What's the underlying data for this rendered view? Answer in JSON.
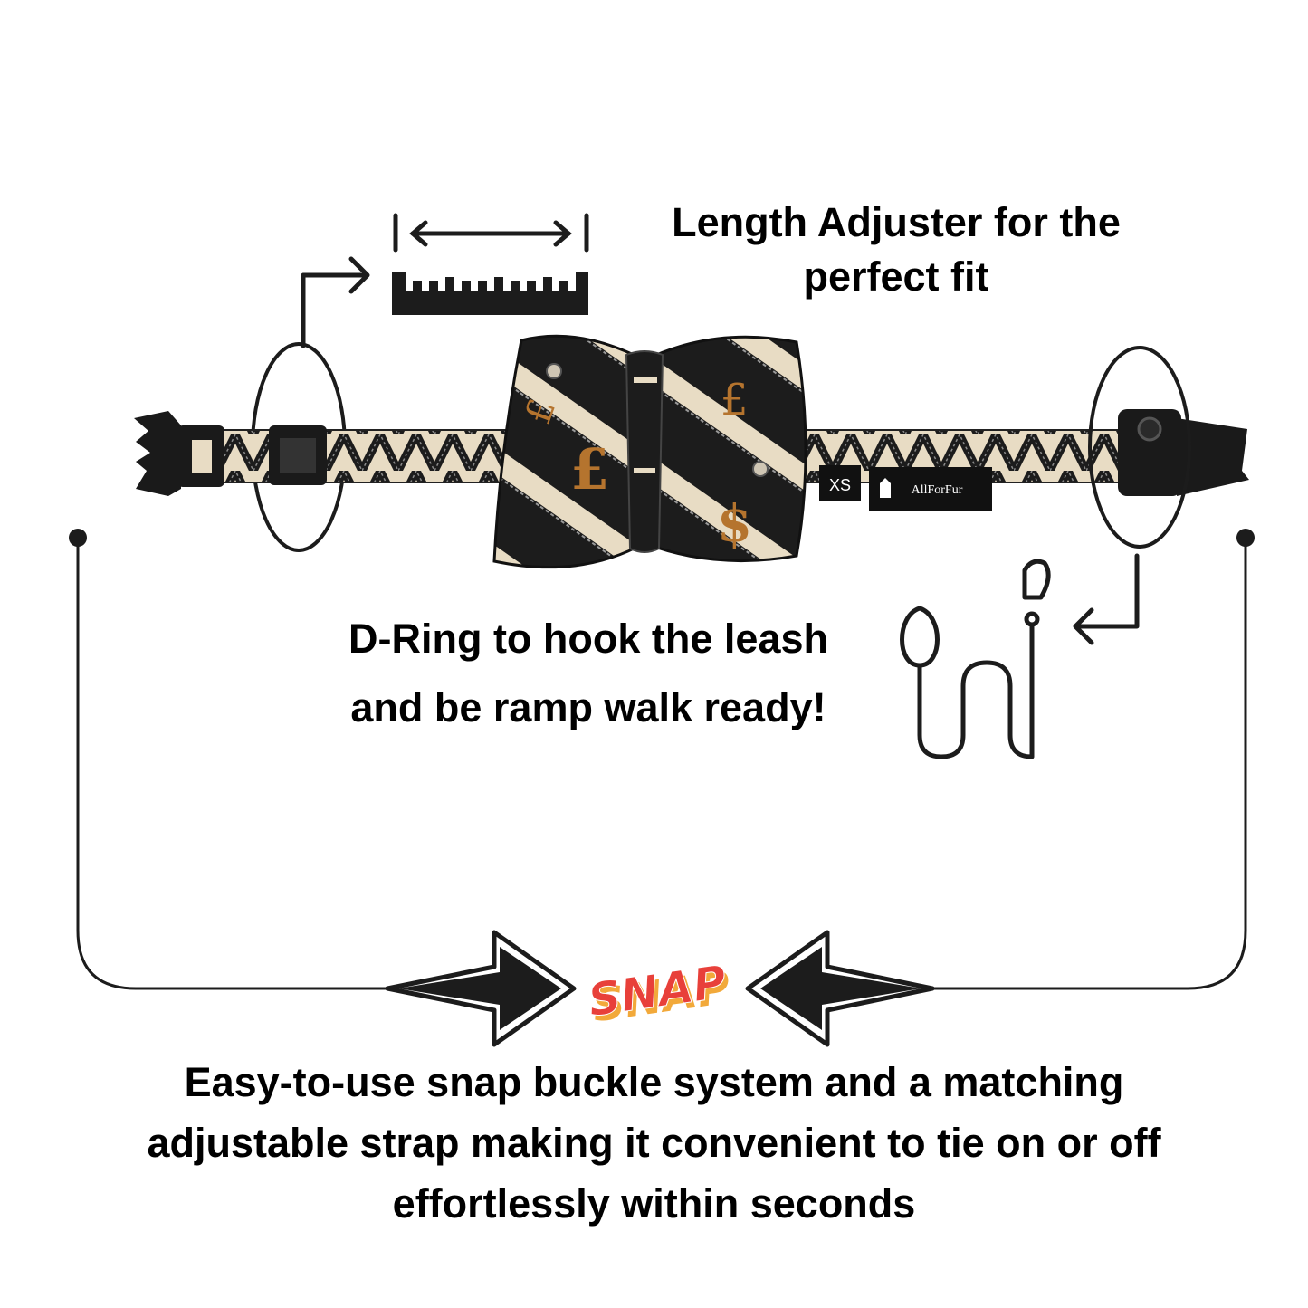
{
  "length_adjuster": {
    "line1": "Length Adjuster for the",
    "line2": "perfect fit"
  },
  "d_ring": {
    "line1": "D-Ring to hook the leash",
    "line2": "and be ramp walk ready!"
  },
  "snap_buckle": {
    "badge": "SNAP",
    "line1": "Easy-to-use snap buckle system and a matching",
    "line2": "adjustable strap making it convenient to tie on or off",
    "line3": "effortlessly within seconds"
  },
  "product": {
    "size_tag": "XS",
    "brand_label": "AllForFur"
  },
  "colors": {
    "strap_cream": "#e8dcc4",
    "strap_black": "#1c1c1c",
    "gold": "#b5742e",
    "snap_red": "#e8403a",
    "snap_yellow": "#f2a93a"
  },
  "icons": [
    "ruler-icon",
    "measure-arrow-icon",
    "leash-icon",
    "callout-arrow-icon",
    "snap-arrow-icon"
  ]
}
